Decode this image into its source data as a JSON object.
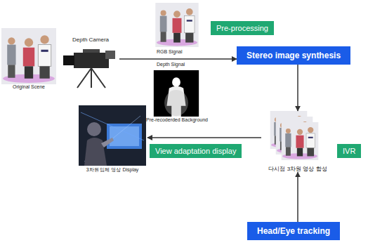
{
  "diagram": {
    "nodes": [
      {
        "text": [
          "Original Scene"
        ]
      },
      {
        "text": [
          "Depth Camera"
        ]
      },
      {
        "text": [
          "Pre-recoderded Background"
        ]
      },
      {
        "text": [
          "Pre-processing"
        ]
      },
      {
        "text": [
          "Stereo image synthesis"
        ]
      },
      {
        "text": [
          "다시점 3차원 영상 합성"
        ]
      },
      {
        "text": [
          "IVR"
        ]
      },
      {
        "text": [
          "View adaptation display"
        ]
      },
      {
        "text": [
          "3차원 입체 영상 Display"
        ]
      },
      {
        "text": [
          "Head/Eye tracking"
        ]
      }
    ],
    "edges": [
      {
        "from": 1,
        "to": 4,
        "arrow": "to"
      },
      {
        "from": 4,
        "to": 5,
        "arrow": "to"
      },
      {
        "from": 5,
        "to": 8,
        "arrow": "to"
      },
      {
        "from": 9,
        "to": 5,
        "arrow": "to"
      }
    ],
    "labels": [
      "RGB Signal",
      "Depth Signal"
    ]
  }
}
